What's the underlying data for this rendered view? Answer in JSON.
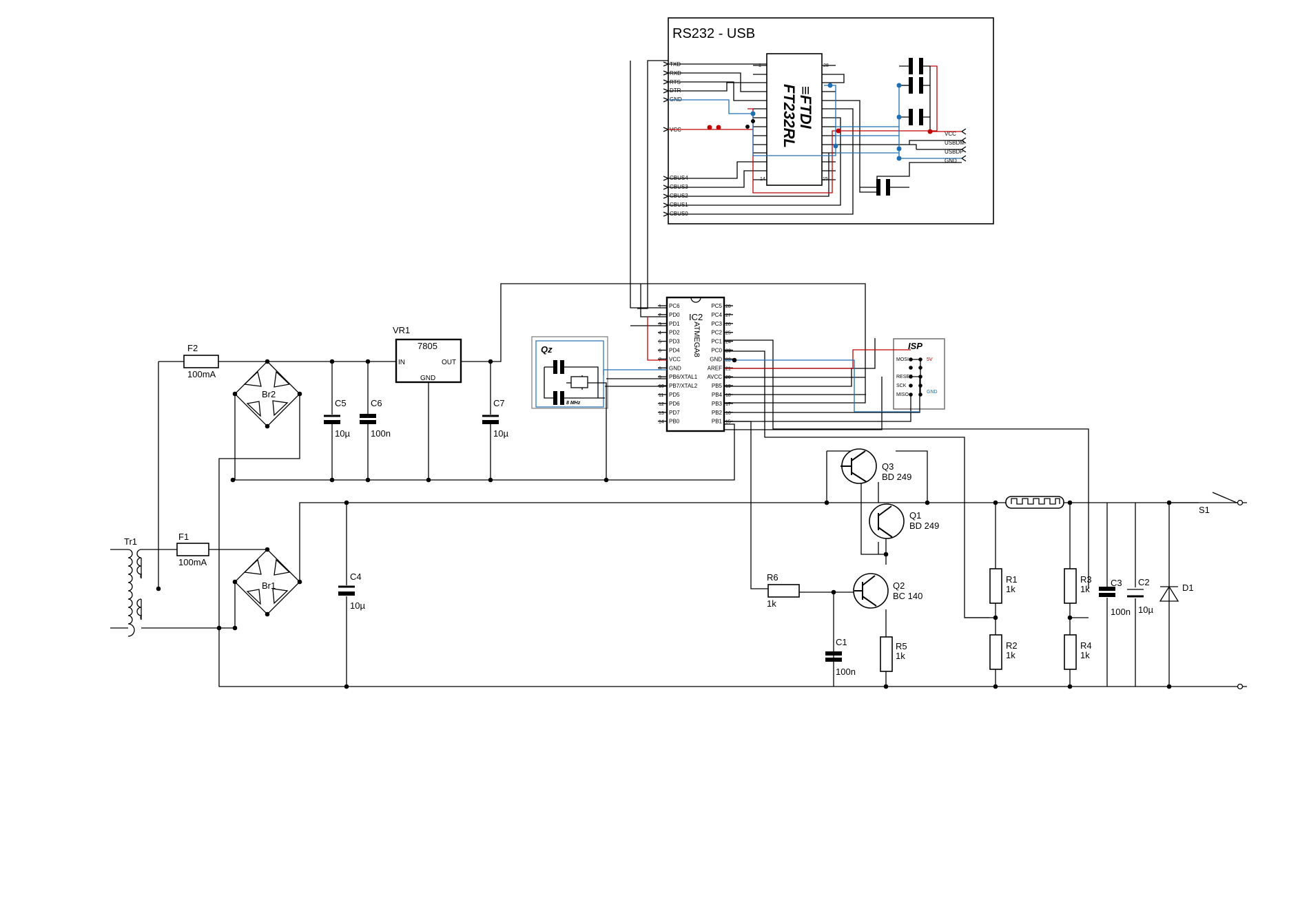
{
  "rs232": {
    "title": "RS232 - USB",
    "chip_brand": "≡FTDI",
    "chip_name": "FT232RL",
    "pin1": "1",
    "pin28": "28",
    "pin14": "14",
    "pin15": "15",
    "left_pins": [
      "TXD",
      "RXD",
      "RTS",
      "DTR",
      "GND",
      "VCC",
      "CBUS4",
      "CBUS3",
      "CBUS2",
      "CBUS1",
      "CBUS0"
    ],
    "right_pins": [
      "VCC",
      "USBDM",
      "USBDP",
      "GND"
    ]
  },
  "ic2": {
    "name": "IC2",
    "part": "ATMEGA8",
    "left_pins": [
      "PC6",
      "PD0",
      "PD1",
      "PD2",
      "PD3",
      "PD4",
      "VCC",
      "GND",
      "PB6/XTAL1",
      "PB7/XTAL2",
      "PD5",
      "PD6",
      "PD7",
      "PB0"
    ],
    "left_nums": [
      "1",
      "2",
      "3",
      "4",
      "5",
      "6",
      "7",
      "8",
      "9",
      "10",
      "11",
      "12",
      "13",
      "14"
    ],
    "right_pins": [
      "PC5",
      "PC4",
      "PC3",
      "PC2",
      "PC1",
      "PC0",
      "GND",
      "AREF",
      "AVCC",
      "PB5",
      "PB4",
      "PB3",
      "PB2",
      "PB1"
    ],
    "right_nums": [
      "28",
      "27",
      "26",
      "25",
      "24",
      "23",
      "22",
      "21",
      "20",
      "19",
      "18",
      "17",
      "16",
      "15"
    ]
  },
  "isp": {
    "title": "ISP",
    "pins": [
      "MOSI",
      "RESET",
      "SCK",
      "MISO"
    ],
    "v5": "5V",
    "gnd": "GND"
  },
  "crystal": {
    "name": "Qz",
    "freq": "8 MHz"
  },
  "regulator": {
    "ref": "VR1",
    "part": "7805",
    "in": "IN",
    "out": "OUT",
    "gnd": "GND"
  },
  "components": {
    "F2": {
      "ref": "F2",
      "value": "100mA"
    },
    "F1": {
      "ref": "F1",
      "value": "100mA"
    },
    "Br2": {
      "ref": "Br2"
    },
    "Br1": {
      "ref": "Br1"
    },
    "Tr1": {
      "ref": "Tr1"
    },
    "C5": {
      "ref": "C5",
      "value": "10µ"
    },
    "C6": {
      "ref": "C6",
      "value": "100n"
    },
    "C7": {
      "ref": "C7",
      "value": "10µ"
    },
    "C4": {
      "ref": "C4",
      "value": "10µ"
    },
    "C1": {
      "ref": "C1",
      "value": "100n"
    },
    "C3": {
      "ref": "C3",
      "value": "100n"
    },
    "C2": {
      "ref": "C2",
      "value": "10µ"
    },
    "Q3": {
      "ref": "Q3",
      "value": "BD 249"
    },
    "Q1": {
      "ref": "Q1",
      "value": "BD 249"
    },
    "Q2": {
      "ref": "Q2",
      "value": "BC 140"
    },
    "R6": {
      "ref": "R6",
      "value": "1k"
    },
    "R5": {
      "ref": "R5",
      "value": "1k"
    },
    "R1": {
      "ref": "R1",
      "value": "1k"
    },
    "R2": {
      "ref": "R2",
      "value": "1k"
    },
    "R3": {
      "ref": "R3",
      "value": "1k"
    },
    "R4": {
      "ref": "R4",
      "value": "1k"
    },
    "D1": {
      "ref": "D1"
    },
    "S1": {
      "ref": "S1"
    }
  },
  "colors": {
    "wire": "#000000",
    "vcc_net": "#c00000",
    "gnd_net": "#1f6fb2",
    "background": "#ffffff"
  }
}
